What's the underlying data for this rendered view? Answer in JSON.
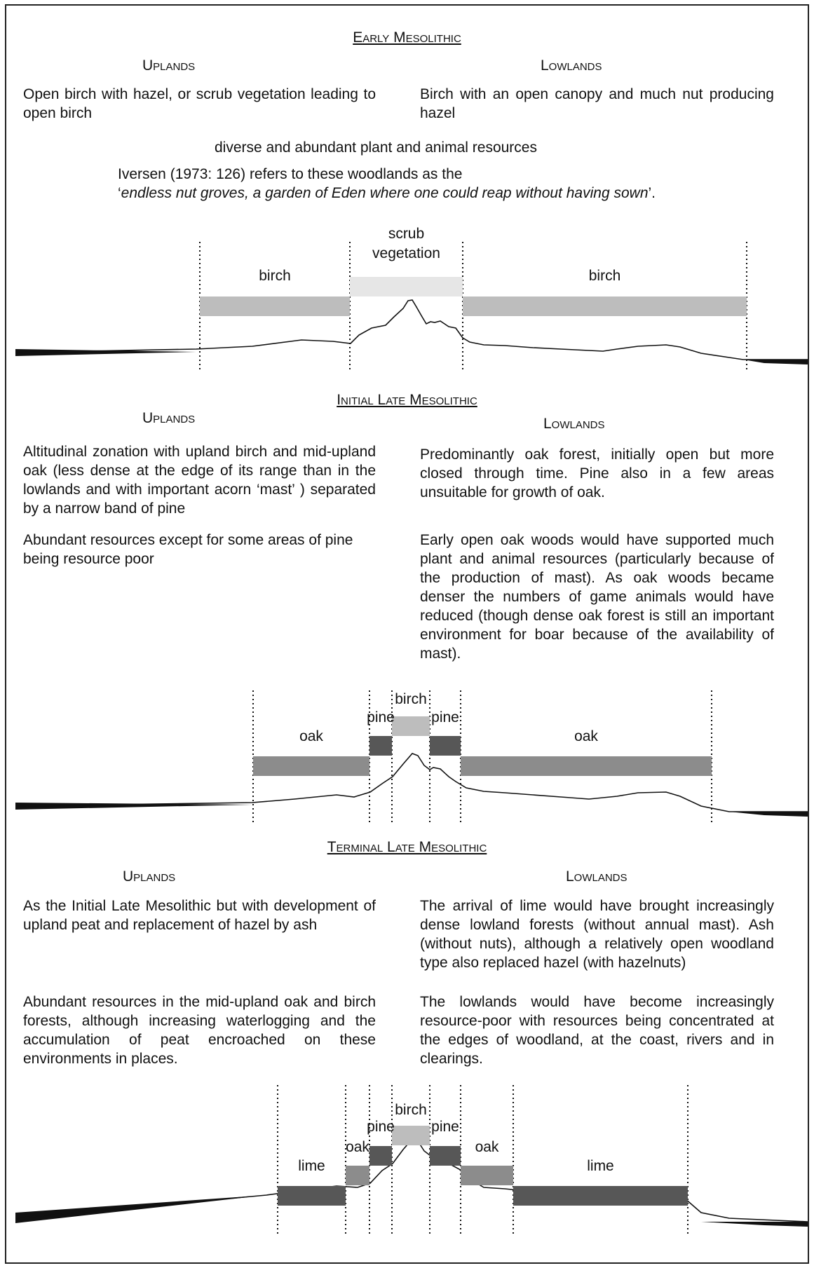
{
  "early": {
    "title": "Early Mesolithic",
    "uplands_heading": "Uplands",
    "lowlands_heading": "Lowlands",
    "uplands_text": "Open birch with hazel, or scrub vegetation leading to open birch",
    "lowlands_text": "Birch with an open canopy and much nut producing hazel",
    "resources": "diverse and abundant plant and animal resources",
    "quote_intro": "Iversen (1973: 126) refers to these woodlands as the",
    "quote_open": "‘",
    "quote_text": "endless nut groves, a garden of Eden where one could reap without having sown",
    "quote_close": "’.",
    "zones": [
      {
        "label": "birch",
        "shade": "light"
      },
      {
        "label": "scrub",
        "label2": "vegetation",
        "shade": "lightest"
      },
      {
        "label": "birch",
        "shade": "light"
      }
    ]
  },
  "initial": {
    "title": "Initial Late Mesolithic",
    "uplands_heading": "Uplands",
    "lowlands_heading": "Lowlands",
    "uplands_text": "Altitudinal zonation with upland birch and mid-upland oak (less dense at the edge of its range than in the lowlands and with important acorn ‘mast’ ) separated by a narrow band of pine",
    "uplands_text2": "Abundant resources except for some areas of pine being resource poor",
    "lowlands_text": "Predominantly oak forest, initially open but more closed through time. Pine also in a few areas unsuitable for growth of oak.",
    "lowlands_text2": "Early open oak woods would have supported much plant and animal resources (particularly because of the production of mast).  As oak woods became denser the numbers of game animals would have reduced (though dense oak forest is still an important environment for boar because of the availability of mast).",
    "zones": [
      {
        "label": "oak",
        "shade": "medium"
      },
      {
        "label": "pine",
        "shade": "dark"
      },
      {
        "label": "birch",
        "shade": "light"
      },
      {
        "label": "pine",
        "shade": "dark"
      },
      {
        "label": "oak",
        "shade": "medium"
      }
    ]
  },
  "terminal": {
    "title": "Terminal Late Mesolithic",
    "uplands_heading": "Uplands",
    "lowlands_heading": "Lowlands",
    "uplands_text": "As the Initial Late Mesolithic but with development of upland peat and replacement of hazel by ash",
    "uplands_text2": "Abundant resources in the mid-upland oak and birch forests, although increasing waterlogging and the accumulation of peat encroached on these environments in places.",
    "lowlands_text": "The arrival of lime would have brought increasingly dense lowland forests (without annual mast).  Ash (without nuts), although a relatively open woodland type also replaced hazel (with hazelnuts)",
    "lowlands_text2": "The lowlands would have become increasingly resource-poor with resources being concentrated at the edges of woodland, at the coast, rivers and in clearings.",
    "zones": [
      {
        "label": "lime",
        "shade": "dark"
      },
      {
        "label": "oak",
        "shade": "medium"
      },
      {
        "label": "pine",
        "shade": "dark"
      },
      {
        "label": "birch",
        "shade": "light"
      },
      {
        "label": "pine",
        "shade": "dark"
      },
      {
        "label": "oak",
        "shade": "medium"
      },
      {
        "label": "lime",
        "shade": "dark"
      }
    ]
  },
  "colors": {
    "lightest": "#e6e6e6",
    "light": "#bdbdbd",
    "medium": "#8c8c8c",
    "dark": "#575757",
    "line": "#111111"
  }
}
